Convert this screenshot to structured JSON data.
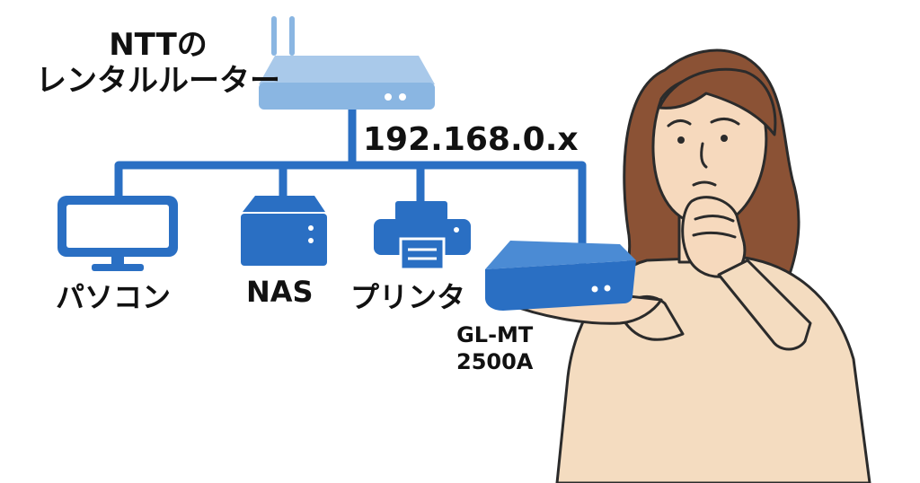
{
  "router": {
    "title_line1": "NTTの",
    "title_line2": "レンタルルーター",
    "subnet": "192.168.0.x"
  },
  "devices": {
    "pc_label": "パソコン",
    "nas_label": "NAS",
    "printer_label": "プリンタ"
  },
  "new_router": {
    "model_line1": "GL-MT",
    "model_line2": "2500A"
  },
  "colors": {
    "device_blue": "#2a6fc3",
    "router_light_blue": "#8ab6e2",
    "line_blue": "#2a6fc3",
    "skin": "#f6d9bd",
    "sweater": "#f4dcc0",
    "hair": "#8b5235",
    "outline": "#2b2b2b"
  },
  "icons": [
    "router-icon",
    "monitor-icon",
    "nas-icon",
    "printer-icon",
    "travel-router-icon",
    "woman-illustration"
  ]
}
